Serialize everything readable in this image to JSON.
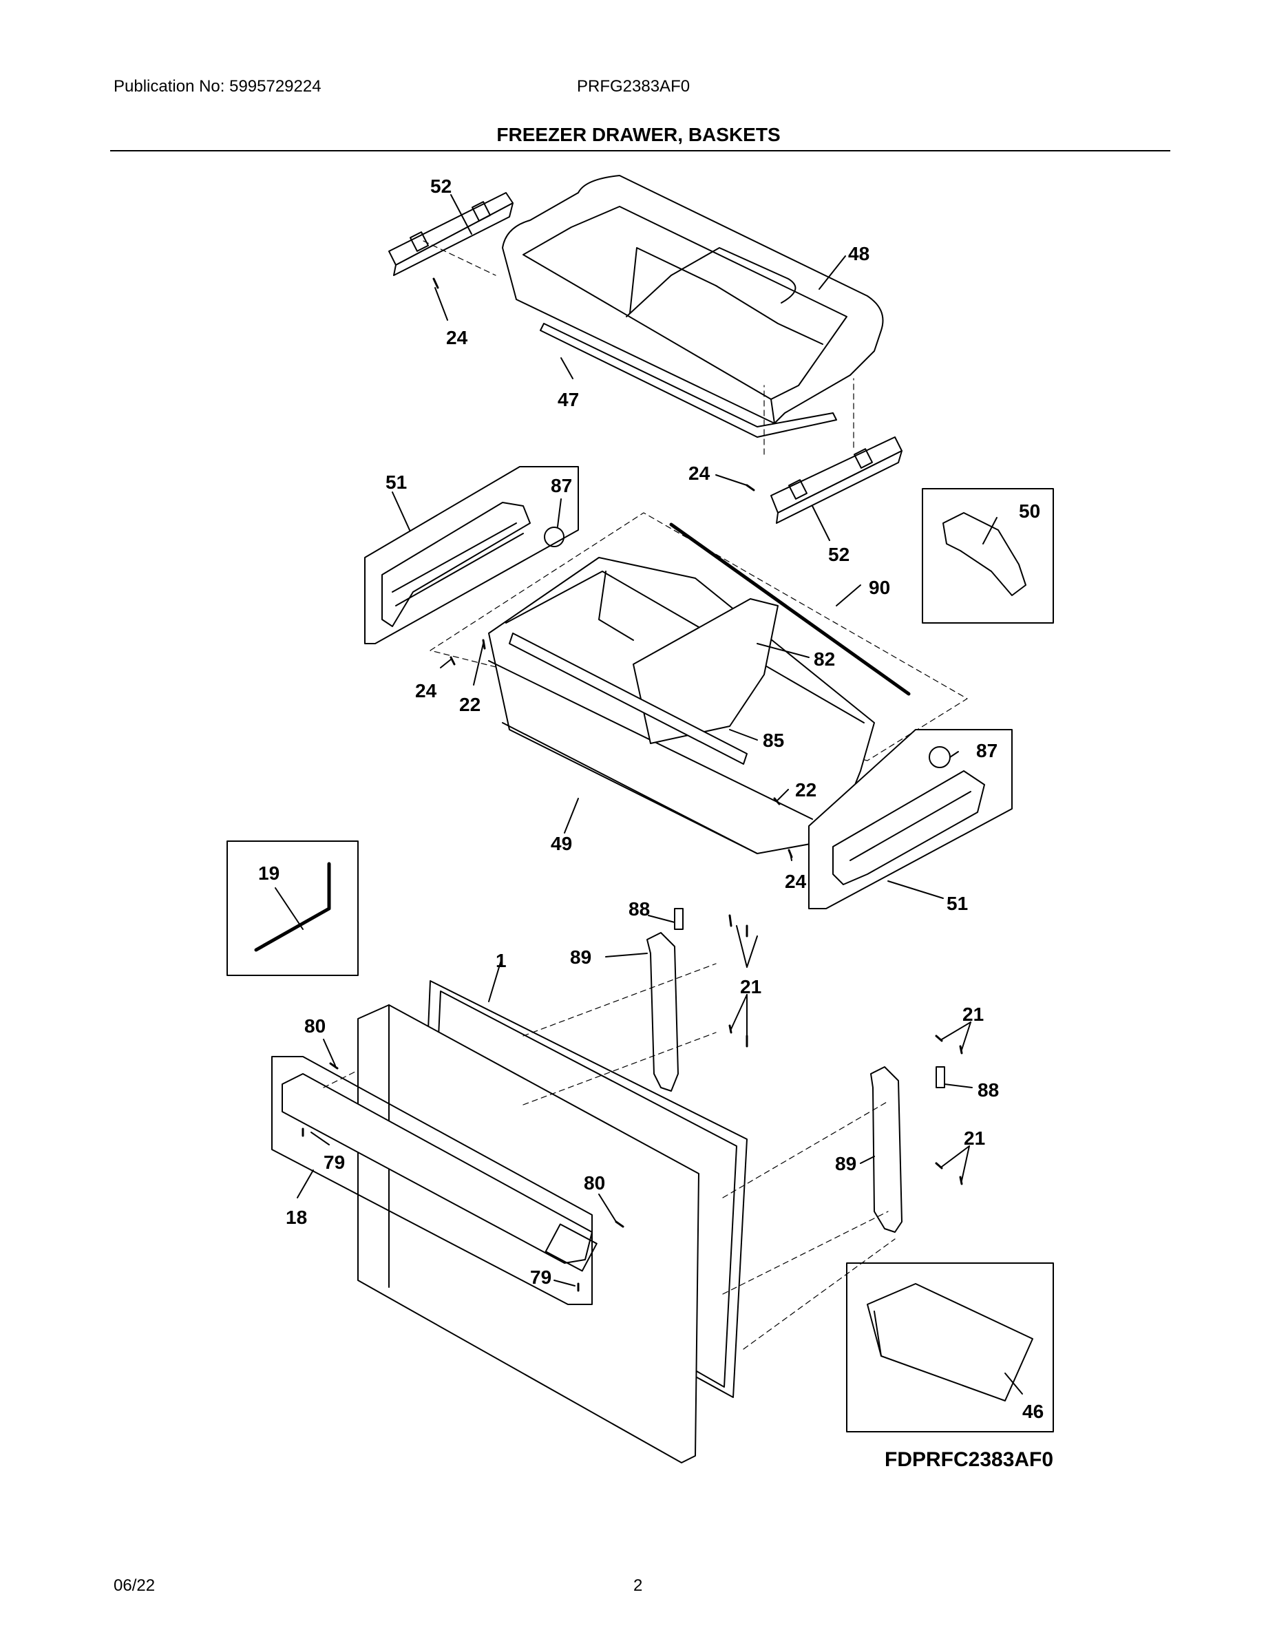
{
  "header": {
    "publication": "Publication No: 5995729224",
    "model": "PRFG2383AF0",
    "title": "FREEZER DRAWER, BASKETS"
  },
  "callouts": {
    "c52a": "52",
    "c24a": "24",
    "c48": "48",
    "c47": "47",
    "c24b": "24",
    "c52b": "52",
    "c50": "50",
    "c90": "90",
    "c51a": "51",
    "c87a": "87",
    "c24c": "24",
    "c22a": "22",
    "c82": "82",
    "c85": "85",
    "c22b": "22",
    "c49": "49",
    "c87b": "87",
    "c24d": "24",
    "c51b": "51",
    "c19": "19",
    "c88a": "88",
    "c89a": "89",
    "c1": "1",
    "c21a": "21",
    "c80a": "80",
    "c21b": "21",
    "c88b": "88",
    "c79a": "79",
    "c18": "18",
    "c80b": "80",
    "c21c": "21",
    "c89b": "89",
    "c79b": "79",
    "c46": "46"
  },
  "diagram_code": "FDPRFC2383AF0",
  "footer": {
    "date": "06/22",
    "page": "2"
  }
}
